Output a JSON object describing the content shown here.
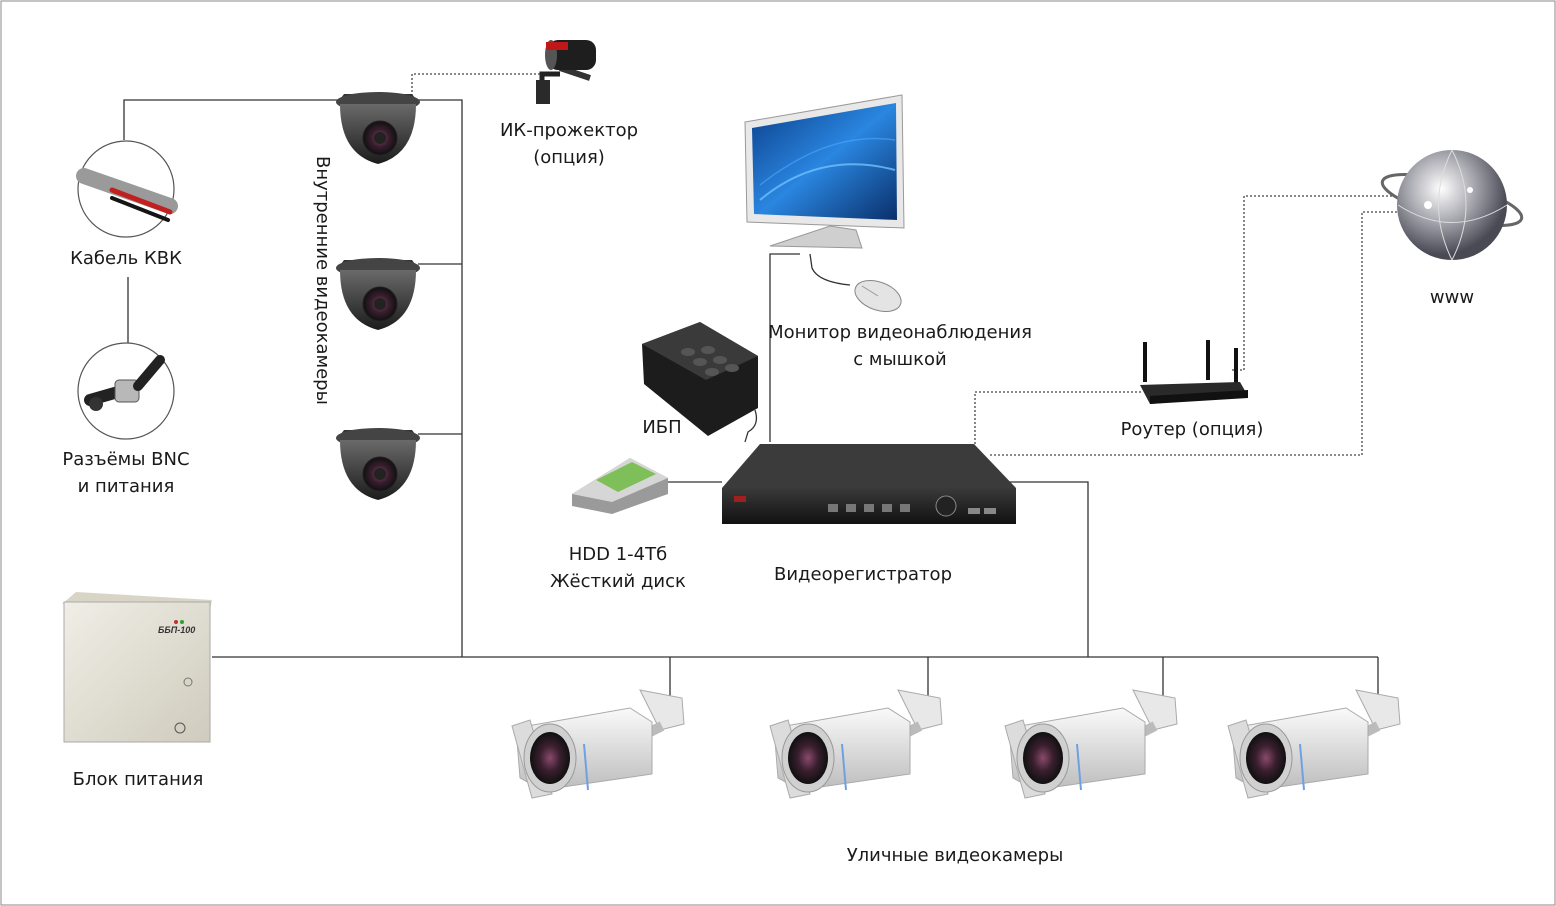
{
  "labels": {
    "cable": "Кабель КВК",
    "bnc_line1": "Разъёмы BNC",
    "bnc_line2": "и питания",
    "indoor_cameras": "Внутренние видеокамеры",
    "ir_line1": "ИК-прожектор",
    "ir_line2": "(опция)",
    "monitor_line1": "Монитор видеонаблюдения",
    "monitor_line2": "с мышкой",
    "www": "www",
    "ups": "ИБП",
    "router": "Роутер (опция)",
    "hdd_line1": "HDD 1-4Тб",
    "hdd_line2": "Жёсткий диск",
    "dvr": "Видеорегистратор",
    "power_supply": "Блок питания",
    "psu_plate": "ББП-100",
    "outdoor_cameras": "Уличные видеокамеры"
  },
  "icons": {
    "cable": "cable-icon",
    "bnc": "bnc-connector-icon",
    "dome_camera": "dome-camera-icon",
    "ir_projector": "ir-projector-icon",
    "monitor": "monitor-icon",
    "mouse": "mouse-icon",
    "globe": "globe-icon",
    "ups": "ups-icon",
    "router": "router-icon",
    "hdd": "hdd-icon",
    "dvr": "dvr-icon",
    "power_supply": "power-supply-icon",
    "bullet_camera": "bullet-camera-icon"
  },
  "colors": {
    "line": "#333333",
    "device_dark": "#2b2b2b",
    "device_silver": "#d8d8d8",
    "screen_blue": "#1e6fc4",
    "power_box": "#e6e3d8"
  }
}
